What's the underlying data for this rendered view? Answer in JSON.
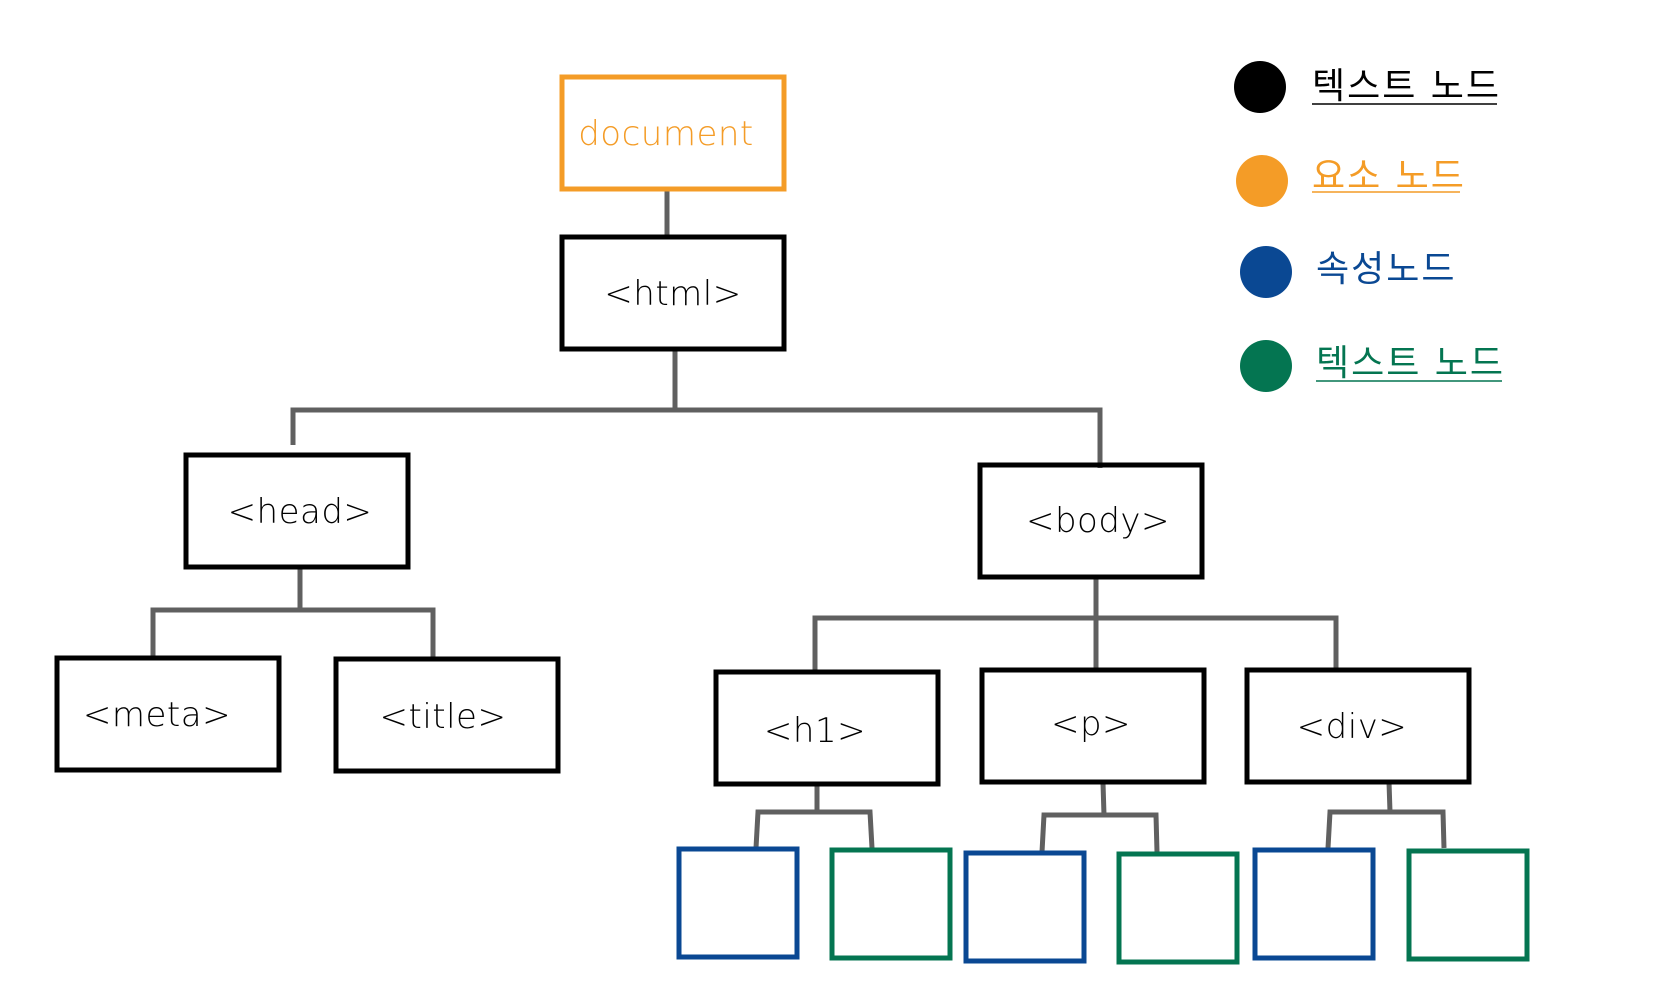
{
  "legend": [
    {
      "label": "텍스트 노드",
      "color": "#000000"
    },
    {
      "label": "요소 노드",
      "color": "#f49c27"
    },
    {
      "label": "속성노드",
      "color": "#0a4893"
    },
    {
      "label": "텍스트 노드",
      "color": "#047551"
    }
  ],
  "colors": {
    "connector": "#606060",
    "element_border": "#000000",
    "document_border": "#f49c27",
    "document_text": "#f49c27",
    "attribute_node": "#0a4893",
    "text_node": "#047551"
  },
  "nodes": {
    "document": "document",
    "html": "<html>",
    "head": "<head>",
    "body": "<body>",
    "meta": "<meta>",
    "title": "<title>",
    "h1": "<h1>",
    "p": "<p>",
    "div": "<div>"
  }
}
